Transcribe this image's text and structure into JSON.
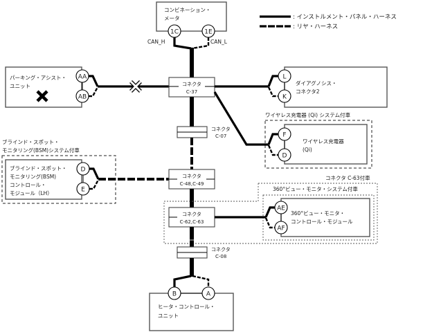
{
  "legend": {
    "solid_label": ": インストルメント・パネル・ハーネス",
    "dashed_label": ": リヤ・ハーネス"
  },
  "colors": {
    "line": "#000000",
    "box_border": "#555555",
    "background": "#ffffff"
  },
  "components": {
    "combination_meter": {
      "line1": "コンビネーション・",
      "line2": "メータ",
      "pins": [
        "1C",
        "1E"
      ],
      "signals": [
        "CAN_H",
        "CAN_L"
      ]
    },
    "parking_assist": {
      "line1": "パーキング・アシスト・",
      "line2": "ユニット",
      "pins": [
        "AA",
        "AB"
      ],
      "mark_icon": "x-mark-icon"
    },
    "diagnosis_connector": {
      "line1": "ダイアグノシス・",
      "line2": "コネクタ2",
      "pins": [
        "L",
        "K"
      ]
    },
    "wireless_charger": {
      "group_label": "ワイヤレス充電器 (Qi) システム付車",
      "line1": "ワイヤレス充電器",
      "line2": "(Qi)",
      "pins": [
        "F",
        "D"
      ]
    },
    "bsm": {
      "group_label1": "ブラインド・スポット・",
      "group_label2": "モニタリング(BSM)システム付車",
      "line1": "ブラインド・スポット・",
      "line2": "モニタリング(BSM)",
      "line3": "コントロール・",
      "line4": "モジュール（LH）",
      "pins": [
        "D",
        "E"
      ]
    },
    "view360": {
      "outer_group_label": "コネクタ C-63付車",
      "group_label": "360°ビュー・モニタ・システム付車",
      "line1": "360°ビュー・モニタ・",
      "line2": "コントロール・モジュール",
      "pins": [
        "AE",
        "AF"
      ]
    },
    "heater_control": {
      "line1": "ヒータ・コントロール・",
      "line2": "ユニット",
      "pins": [
        "B",
        "A"
      ]
    }
  },
  "connectors": {
    "c37": {
      "label": "コネクタ",
      "code": "C-37"
    },
    "c07": {
      "label": "コネクタ",
      "code": "C-07"
    },
    "c48": {
      "label": "コネクタ",
      "code": "C-48,C-49"
    },
    "c62": {
      "label": "コネクタ",
      "code": "C-62,C-63"
    },
    "c08": {
      "label": "コネクタ",
      "code": "C-08"
    }
  }
}
